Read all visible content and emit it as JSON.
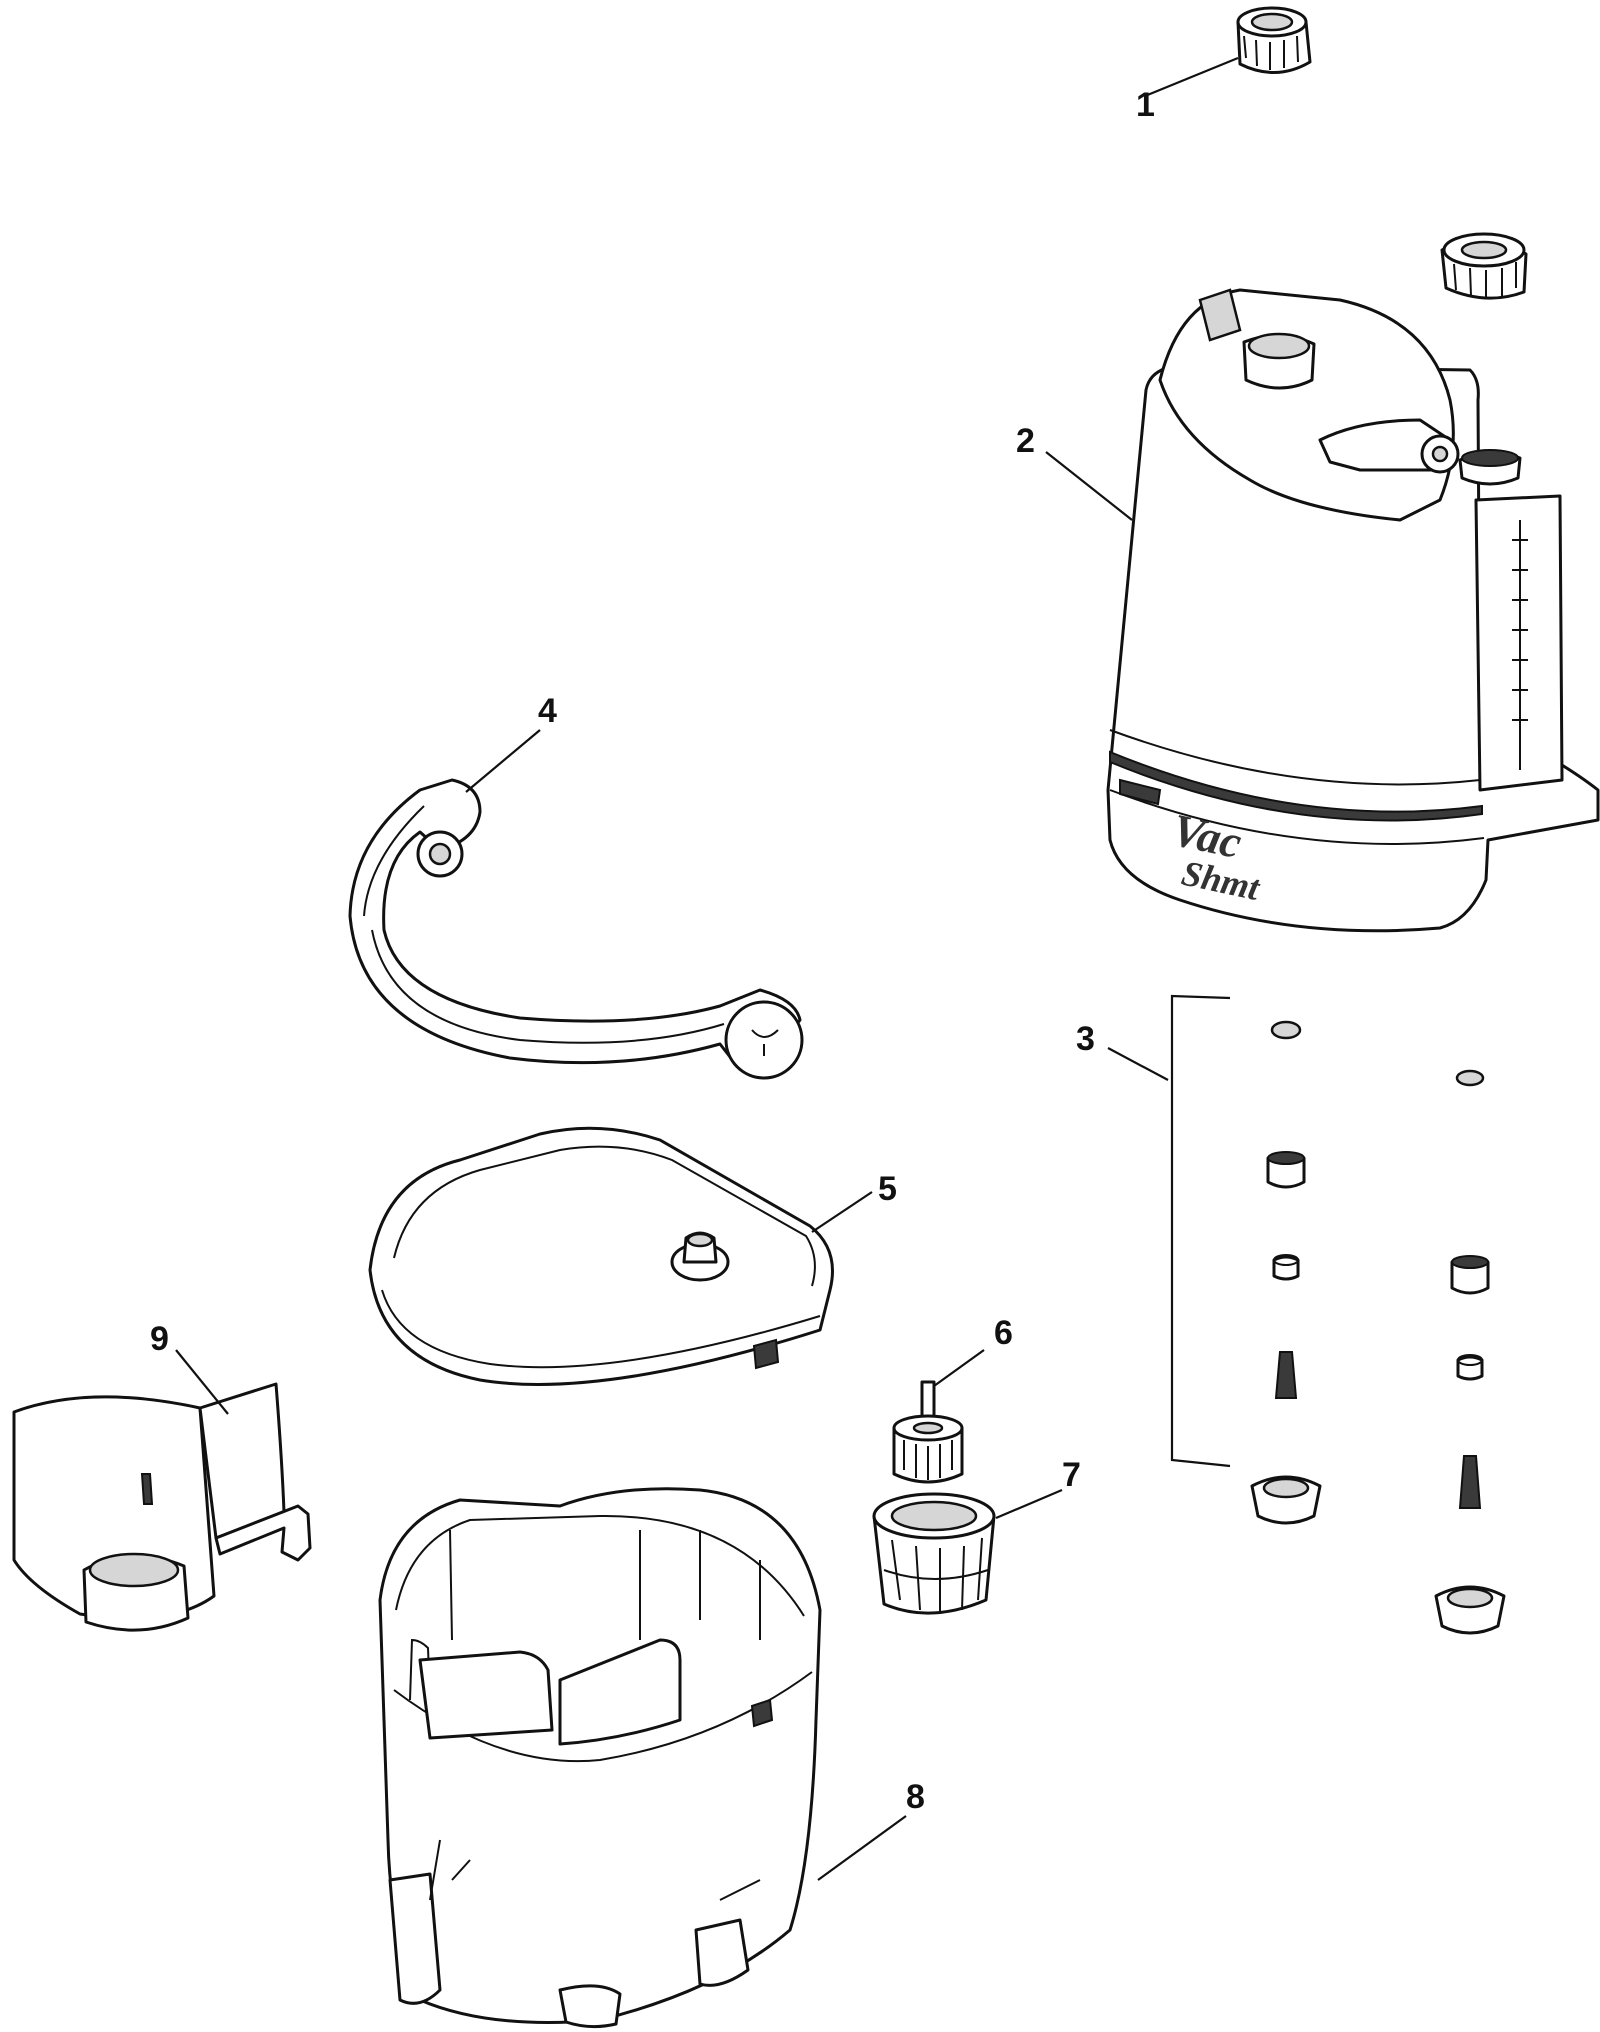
{
  "callouts": {
    "c1": "1",
    "c2": "2",
    "c3": "3",
    "c4": "4",
    "c5": "5",
    "c6": "6",
    "c7": "7",
    "c8": "8",
    "c9": "9"
  },
  "tank_logo": {
    "line1": "Vac",
    "line2": "Shmt"
  },
  "colors": {
    "line": "#111111",
    "shade": "#d6d6d6",
    "background": "#ffffff"
  }
}
